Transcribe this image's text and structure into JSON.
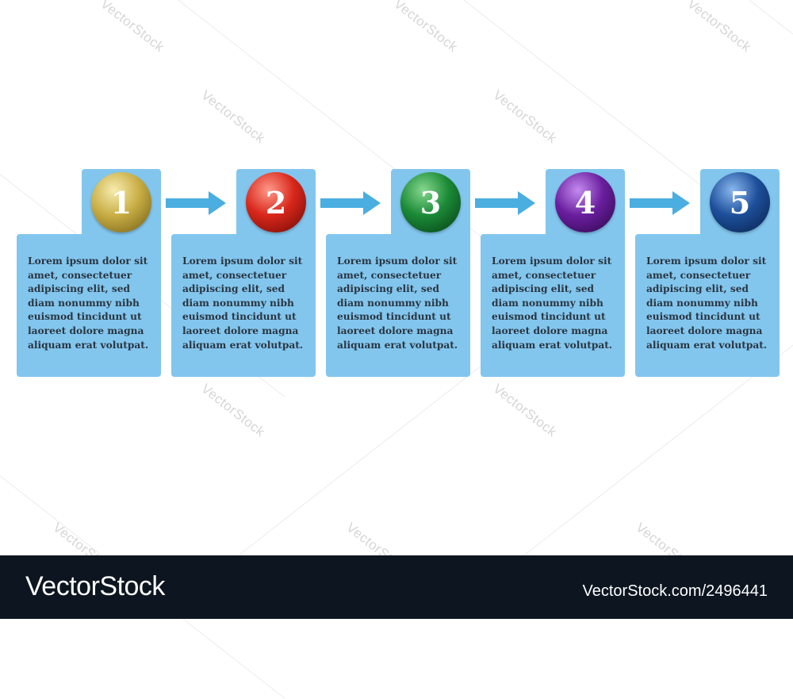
{
  "steps": [
    {
      "number": "1",
      "text": "Lorem ipsum dolor sit amet, consectetuer adipiscing elit, sed diam nonummy nibh euismod tincidunt ut laoreet dolore magna aliquam erat volutpat.",
      "colors": [
        "#f6ecae",
        "#c9ae45",
        "#6f5a14"
      ]
    },
    {
      "number": "2",
      "text": "Lorem ipsum dolor sit amet, consectetuer adipiscing elit, sed diam nonummy nibh euismod tincidunt ut laoreet dolore magna aliquam erat volutpat.",
      "colors": [
        "#ff9a8a",
        "#d8271b",
        "#6a0904"
      ]
    },
    {
      "number": "3",
      "text": "Lorem ipsum dolor sit amet, consectetuer adipiscing elit, sed diam nonummy nibh euismod tincidunt ut laoreet dolore magna aliquam erat volutpat.",
      "colors": [
        "#86d88f",
        "#1b8a37",
        "#053a12"
      ]
    },
    {
      "number": "4",
      "text": "Lorem ipsum dolor sit amet, consectetuer adipiscing elit, sed diam nonummy nibh euismod tincidunt ut laoreet dolore magna aliquam erat volutpat.",
      "colors": [
        "#c58bf0",
        "#6a1e9e",
        "#2a0748"
      ]
    },
    {
      "number": "5",
      "text": "Lorem ipsum dolor sit amet, consectetuer adipiscing elit, sed diam nonummy nibh euismod tincidunt ut laoreet dolore magna aliquam erat volutpat.",
      "colors": [
        "#8ab8f0",
        "#1d4f9a",
        "#07204a"
      ]
    }
  ],
  "arrow_color": "#4aaee0",
  "card_color": "#82c6ee",
  "watermark": "VectorStock",
  "footer": {
    "brand": "VectorStock",
    "credit": "VectorStock.com/2496441"
  }
}
